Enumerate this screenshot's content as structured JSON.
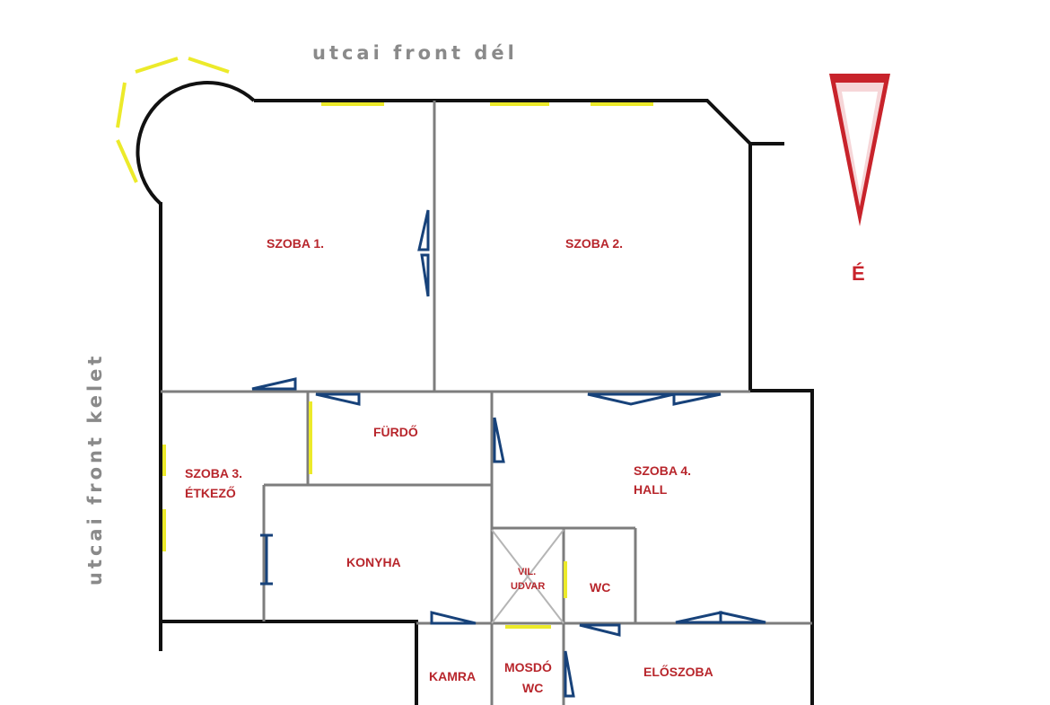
{
  "street_labels": {
    "south": "utcai front dél",
    "east": "utcai front kelet"
  },
  "compass": {
    "label": "É",
    "color": "#c8232b"
  },
  "rooms": {
    "szoba1": "SZOBA 1.",
    "szoba2": "SZOBA 2.",
    "furdo": "FÜRDŐ",
    "szoba3_line1": "SZOBA 3.",
    "szoba3_line2": "ÉTKEZŐ",
    "szoba4_line1": "SZOBA 4.",
    "szoba4_line2": "HALL",
    "konyha": "KONYHA",
    "vil_udvar_line1": "VIL.",
    "vil_udvar_line2": "UDVAR",
    "wc": "WC",
    "kamra": "KAMRA",
    "mosdo_line1": "MOSDÓ",
    "mosdo_line2": "WC",
    "eloszoba": "ELŐSZOBA"
  },
  "colors": {
    "outer_wall": "#111111",
    "inner_wall": "#7d7d7d",
    "window": "#ecea2a",
    "door": "#17427a",
    "room_label": "#b8262c",
    "street_label": "#8a8a8a"
  }
}
